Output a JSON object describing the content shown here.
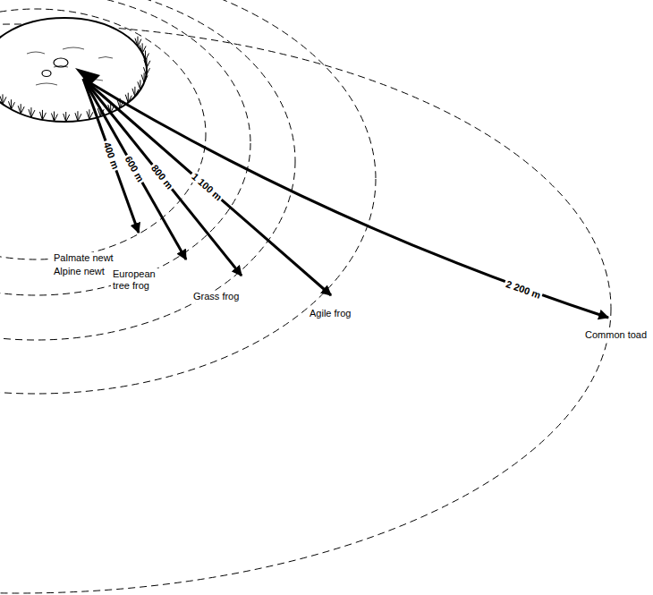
{
  "diagram": {
    "labels": [
      "400 m",
      "600 m",
      "800 m",
      "1 100 m",
      "2 200 m",
      "Palmate newt",
      "Alpine newt",
      "European tree frog",
      "Grass frog",
      "Agile frog",
      "Common toad"
    ]
  }
}
